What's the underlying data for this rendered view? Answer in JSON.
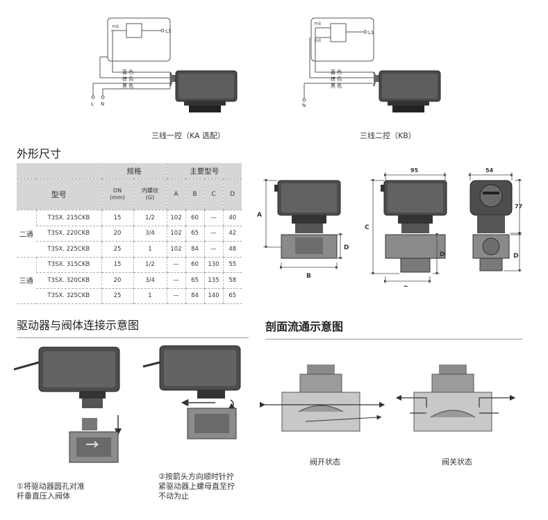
{
  "wiring": {
    "ka": {
      "caption": "三线一控（KA 选配）",
      "switch_label": "开阀",
      "terminal_l1": "L1",
      "wire_labels": [
        "蓝 色",
        "棕 色",
        "黑 色"
      ],
      "terminals": [
        "L",
        "N"
      ]
    },
    "kb": {
      "caption": "三线二控（KB）",
      "switch_labels": [
        "开阀",
        "关阀"
      ],
      "terminal_l1": "L1",
      "wire_labels": [
        "蓝 色",
        "棕 色",
        "黑 色"
      ],
      "terminals": [
        "N"
      ]
    }
  },
  "dimensions": {
    "title": "外形尺寸",
    "table": {
      "header_top": [
        "规格",
        "主要型号"
      ],
      "col_model": "型号",
      "col_dn": "DN",
      "col_dn_unit": "(mm)",
      "col_thread": "内螺纹",
      "col_thread_unit": "(G)",
      "cols_dim": [
        "A",
        "B",
        "C",
        "D"
      ],
      "groups": [
        {
          "name": "二通",
          "rows": [
            {
              "model": "T3SX. 215CKB",
              "dn": "15",
              "thread": "1/2",
              "a": "102",
              "b": "60",
              "c": "—",
              "d": "40"
            },
            {
              "model": "T3SX. 220CKB",
              "dn": "20",
              "thread": "3/4",
              "a": "102",
              "b": "65",
              "c": "—",
              "d": "42"
            },
            {
              "model": "T3SX. 225CKB",
              "dn": "25",
              "thread": "1",
              "a": "102",
              "b": "84",
              "c": "—",
              "d": "48"
            }
          ]
        },
        {
          "name": "三通",
          "rows": [
            {
              "model": "T3SX. 315CKB",
              "dn": "15",
              "thread": "1/2",
              "a": "—",
              "b": "60",
              "c": "130",
              "d": "55"
            },
            {
              "model": "T3SX. 320CKB",
              "dn": "20",
              "thread": "3/4",
              "a": "—",
              "b": "65",
              "c": "135",
              "d": "58"
            },
            {
              "model": "T3SX. 325CKB",
              "dn": "25",
              "thread": "1",
              "a": "—",
              "b": "84",
              "c": "140",
              "d": "65"
            }
          ]
        }
      ]
    },
    "drawing_labels": {
      "a": "A",
      "b": "B",
      "c": "C",
      "d": "D",
      "width_95": "95",
      "width_54": "54",
      "height_77": "77"
    }
  },
  "connection": {
    "title": "驱动器与阀体连接示意图",
    "step1": [
      "①将驱动器圆孔对准",
      "杆垂直压入阀体"
    ],
    "step2": [
      "②按箭头方向顺时针拧",
      "紧驱动器上螺母直至拧",
      "不动为止"
    ]
  },
  "section": {
    "title": "剖面流通示意图",
    "open_caption": "阀开状态",
    "closed_caption": "阀关状态"
  }
}
